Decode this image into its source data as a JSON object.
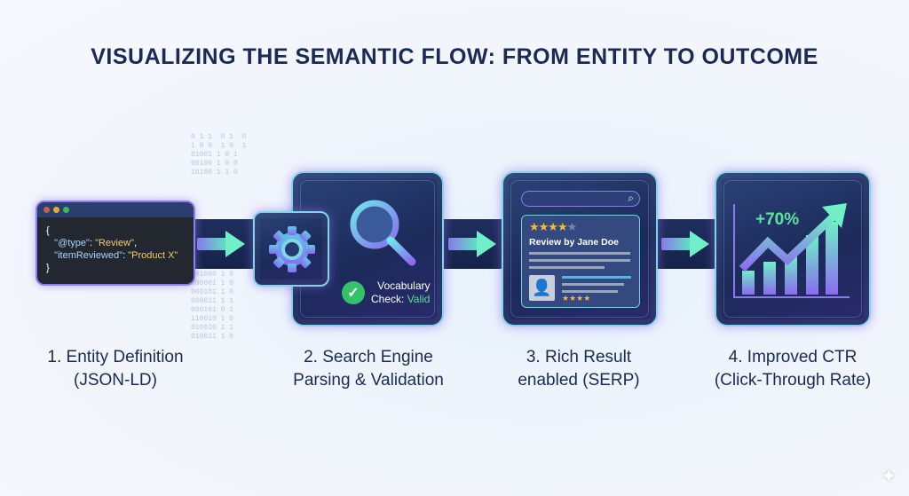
{
  "title": "VISUALIZING THE SEMANTIC FLOW: FROM ENTITY TO OUTCOME",
  "steps": [
    {
      "line1": "1. Entity Definition",
      "line2": "(JSON-LD)"
    },
    {
      "line1": "2. Search Engine",
      "line2": "Parsing & Validation"
    },
    {
      "line1": "3. Rich Result",
      "line2": "enabled (SERP)"
    },
    {
      "line1": "4. Improved CTR",
      "line2": "(Click-Through Rate)"
    }
  ],
  "code": {
    "open": "{",
    "l1k": "\"@type\"",
    "l1v": "\"Review\"",
    "l2k": "\"itemReviewed\"",
    "l2v": "\"Product X\"",
    "close": "}"
  },
  "validation": {
    "text": "Vocabulary",
    "prefix": "Check: ",
    "status": "Valid"
  },
  "serp": {
    "review_title": "Review by Jane Doe",
    "rating": 4,
    "max_rating": 5
  },
  "ctr": {
    "increase": "+70%"
  },
  "colors": {
    "navy": "#1b2a55",
    "accent": "#6ff0c6",
    "star": "#f5b93a",
    "valid": "#36c26b"
  }
}
